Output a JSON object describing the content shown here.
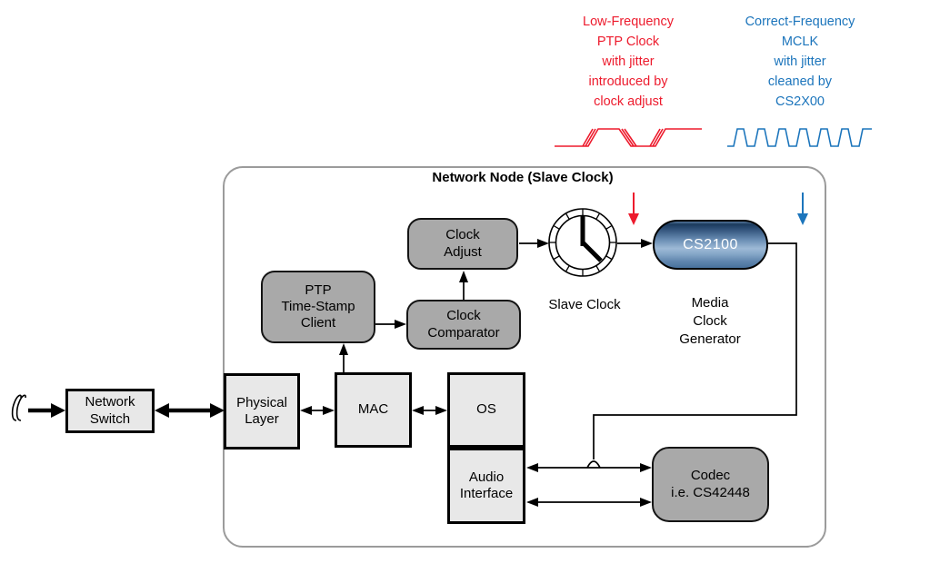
{
  "annotations": {
    "ptp_clock": {
      "text": "Low-Frequency\nPTP Clock\nwith jitter\nintroduced by\nclock adjust",
      "color": "#ED1B2D"
    },
    "mclk": {
      "text": "Correct-Frequency\nMCLK\nwith jitter\ncleaned by\nCS2X00",
      "color": "#1C75BC"
    }
  },
  "container": {
    "title": "Network Node (Slave Clock)"
  },
  "nodes": {
    "network_switch": "Network\nSwitch",
    "physical_layer": "Physical\nLayer",
    "mac": "MAC",
    "os": "OS",
    "audio_interface": "Audio\nInterface",
    "ptp_client": "PTP\nTime-Stamp\nClient",
    "clock_comparator": "Clock\nComparator",
    "clock_adjust": "Clock\nAdjust",
    "cs2100": "CS2100",
    "codec": "Codec\ni.e. CS42448"
  },
  "labels": {
    "slave_clock": "Slave Clock",
    "media_clock_generator": "Media\nClock\nGenerator"
  },
  "colors": {
    "red": "#ED1B2D",
    "blue": "#1C75BC",
    "gray_node_fill": "#A9A9A9",
    "light_node_fill": "#E8E8E8",
    "container_border": "#9B9B9B",
    "cs2100_gradient_top": "#1B3A5C",
    "cs2100_gradient_mid": "#9DB9D6"
  },
  "connections": [
    "external -> Network Switch (thick arrow, signal break)",
    "Network Switch <-> Physical Layer (thick)",
    "Physical Layer <-> MAC",
    "MAC <-> OS",
    "MAC -> PTP Time-Stamp Client",
    "PTP Time-Stamp Client -> Clock Comparator",
    "Clock Comparator -> Clock Adjust",
    "Clock Adjust -> Slave Clock",
    "Slave Clock -> CS2100",
    "CS2100 -> Audio Interface / Codec clock line",
    "Audio Interface <-> Codec (two buses)",
    "red arrow: jittery PTP clock into slave clock path",
    "blue arrow: cleaned MCLK out of CS2100"
  ]
}
